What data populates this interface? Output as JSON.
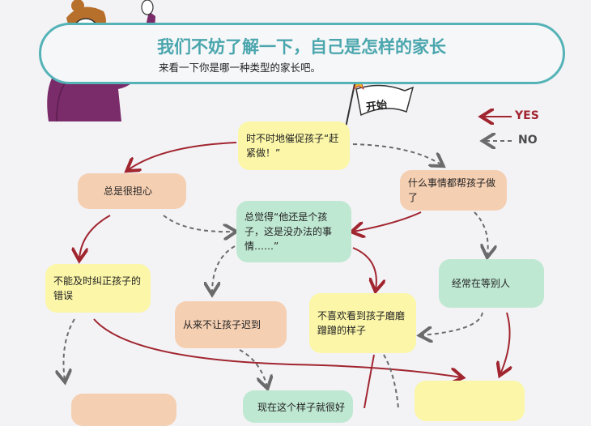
{
  "header": {
    "title": "我们不妨了解一下，自己是怎样的家长",
    "subtitle": "来看一下你是哪一种类型的家长吧。"
  },
  "legend": {
    "yes": "YES",
    "no": "NO"
  },
  "start": "开始",
  "nodes": {
    "urge": "时不时地催促孩子“赶紧做！”",
    "worry": "总是很担心",
    "do_all": "什么事情都帮孩子做了",
    "always_child": "总觉得“他还是个孩子，这是没办法的事情……”",
    "wait_others": "经常在等别人",
    "no_correct": "不能及时纠正孩子的错误",
    "never_late": "从来不让孩子迟到",
    "dislike_dawdle": "不喜欢看到孩子磨磨蹭蹭的样子",
    "fine_now": "现在这个样子就很好"
  },
  "colors": {
    "yes_arrow": "#a1252f",
    "no_arrow": "#6b6b6b",
    "accent": "#4aa6ad",
    "yellow": "#fbf6a8",
    "orange": "#f5cfb2",
    "green": "#bfe8d2"
  }
}
